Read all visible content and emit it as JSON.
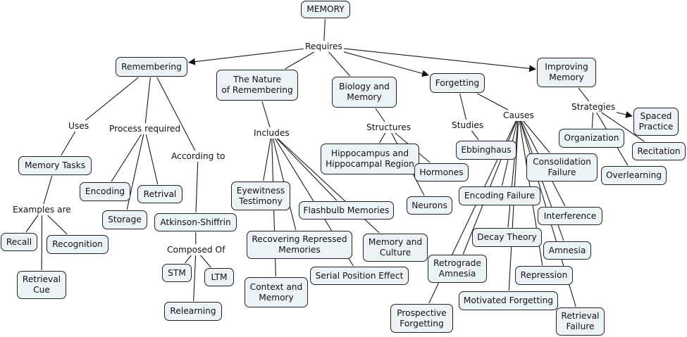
{
  "concept_map": {
    "root": "MEMORY",
    "concepts": {
      "memory": "MEMORY",
      "remembering": "Remembering",
      "nature": "The Nature\nof Remembering",
      "biology": "Biology and\nMemory",
      "forgetting": "Forgetting",
      "improving": "Improving\nMemory",
      "memory_tasks": "Memory Tasks",
      "encoding": "Encoding",
      "retrival": "Retrival",
      "storage": "Storage",
      "atkinson": "Atkinson-Shiffrin",
      "recall": "Recall",
      "recognition": "Recognition",
      "retrieval_cue": "Retrieval\nCue",
      "stm": "STM",
      "ltm": "LTM",
      "relearning": "Relearning",
      "eyewitness": "Eyewitness\nTestimony",
      "flashbulb": "Flashbulb Memories",
      "recovering": "Recovering Repressed\nMemories",
      "mem_culture": "Memory and\nCulture",
      "serial": "Serial Position Effect",
      "context": "Context and\nMemory",
      "hippocampus": "Hippocampus and\nHippocampal Region",
      "hormones": "Hormones",
      "neurons": "Neurons",
      "ebbinghaus": "Ebbinghaus",
      "consolidation": "Consolidation\nFailure",
      "encoding_failure": "Encoding Failure",
      "interference": "Interference",
      "decay": "Decay Theory",
      "amnesia": "Amnesia",
      "retrograde": "Retrograde\nAmnesia",
      "repression": "Repression",
      "motivated": "Motivated Forgetting",
      "prospective": "Prospective\nForgetting",
      "retrieval_failure": "Retrieval\nFailure",
      "organization": "Organization",
      "spaced": "Spaced\nPractice",
      "recitation": "Recitation",
      "overlearning": "Overlearning"
    },
    "linking_phrases": {
      "requires": "Requires",
      "uses": "Uses",
      "process_required": "Process required",
      "according_to": "According to",
      "examples_are": "Examples are",
      "composed_of": "Composed Of",
      "includes": "Includes",
      "structures": "Structures",
      "studies": "Studies",
      "causes": "Causes",
      "strategies": "Strategies"
    },
    "connections": [
      [
        "memory",
        "requires"
      ],
      [
        "requires",
        "remembering",
        "arrow"
      ],
      [
        "requires",
        "nature"
      ],
      [
        "requires",
        "biology"
      ],
      [
        "requires",
        "forgetting",
        "arrow"
      ],
      [
        "requires",
        "improving",
        "arrow"
      ],
      [
        "remembering",
        "uses"
      ],
      [
        "remembering",
        "process_required"
      ],
      [
        "remembering",
        "according_to"
      ],
      [
        "uses",
        "memory_tasks"
      ],
      [
        "memory_tasks",
        "examples_are"
      ],
      [
        "examples_are",
        "recall"
      ],
      [
        "examples_are",
        "recognition"
      ],
      [
        "examples_are",
        "retrieval_cue"
      ],
      [
        "process_required",
        "encoding"
      ],
      [
        "process_required",
        "storage"
      ],
      [
        "process_required",
        "retrival"
      ],
      [
        "according_to",
        "atkinson"
      ],
      [
        "atkinson",
        "composed_of"
      ],
      [
        "composed_of",
        "stm"
      ],
      [
        "composed_of",
        "ltm"
      ],
      [
        "composed_of",
        "relearning"
      ],
      [
        "nature",
        "includes"
      ],
      [
        "includes",
        "eyewitness"
      ],
      [
        "includes",
        "recovering"
      ],
      [
        "includes",
        "context"
      ],
      [
        "includes",
        "flashbulb"
      ],
      [
        "includes",
        "serial"
      ],
      [
        "includes",
        "mem_culture"
      ],
      [
        "biology",
        "structures"
      ],
      [
        "structures",
        "hippocampus"
      ],
      [
        "structures",
        "hormones"
      ],
      [
        "structures",
        "neurons"
      ],
      [
        "forgetting",
        "studies"
      ],
      [
        "forgetting",
        "causes"
      ],
      [
        "studies",
        "ebbinghaus"
      ],
      [
        "causes",
        "consolidation"
      ],
      [
        "causes",
        "encoding_failure"
      ],
      [
        "causes",
        "interference"
      ],
      [
        "causes",
        "decay"
      ],
      [
        "causes",
        "amnesia"
      ],
      [
        "causes",
        "retrograde"
      ],
      [
        "causes",
        "repression"
      ],
      [
        "causes",
        "motivated"
      ],
      [
        "causes",
        "prospective"
      ],
      [
        "causes",
        "retrieval_failure"
      ],
      [
        "improving",
        "strategies"
      ],
      [
        "strategies",
        "spaced",
        "arrow"
      ],
      [
        "strategies",
        "organization"
      ],
      [
        "strategies",
        "recitation"
      ],
      [
        "strategies",
        "overlearning"
      ]
    ]
  },
  "colors": {
    "node_fill": "#ecf3f6",
    "node_border": "#222222",
    "line": "#1a1a1a",
    "background": "#ffffff"
  }
}
